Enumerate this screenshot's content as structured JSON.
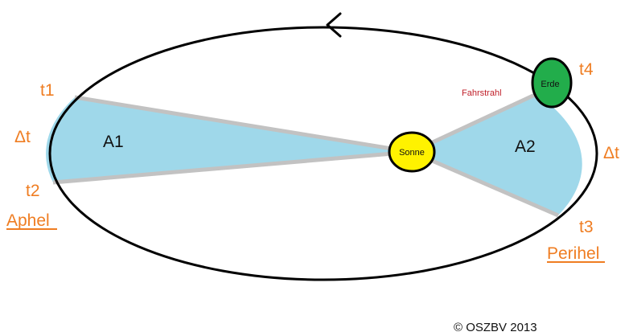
{
  "colors": {
    "orbit": "#000000",
    "sector_fill": "#9fd8ea",
    "radius_line": "#c2c2c2",
    "sun_fill": "#fff200",
    "earth_fill": "#22ad4b",
    "label_orange": "#ef7d22",
    "label_red": "#c0202a"
  },
  "icons": {
    "direction_arrow": "chevron-left-icon"
  },
  "diagram": {
    "sun_label": "Sonne",
    "earth_label": "Erde",
    "radius_label": "Fahrstrahl",
    "area_left": "A1",
    "area_right": "A2",
    "time_t1": "t1",
    "time_t2": "t2",
    "time_t3": "t3",
    "time_t4": "t4",
    "delta_left": "Δt",
    "delta_right": "Δt",
    "aphel": "Aphel",
    "perihel": "Perihel",
    "copyright": "© OSZBV 2013"
  }
}
